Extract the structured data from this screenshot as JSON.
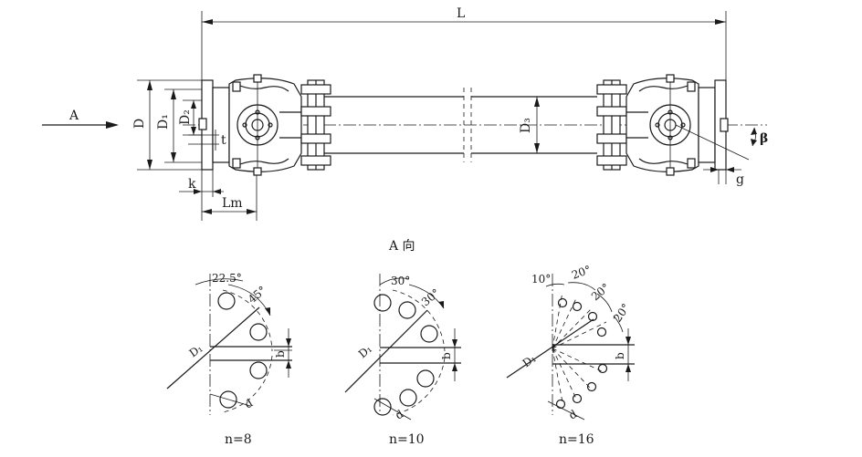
{
  "main_view": {
    "L": "L",
    "A": "A",
    "D": "D",
    "D1": "D₁",
    "D2": "D₂",
    "D3": "D₃",
    "t": "t",
    "k": "k",
    "Lm": "Lm",
    "g": "g",
    "beta": "β"
  },
  "view_a": {
    "title": "A  向"
  },
  "patterns": [
    {
      "n": "n=8",
      "angle1": "22.5°",
      "angle2": "45°",
      "D1": "D₁",
      "b": "b",
      "d": "d"
    },
    {
      "n": "n=10",
      "angle1": "30°",
      "angle2": "30°",
      "D1": "D₁",
      "b": "b",
      "d": "d"
    },
    {
      "n": "n=16",
      "angle1": "10°",
      "angle2": "20°",
      "angle3": "20°",
      "angle4": "20°",
      "D1": "D₁",
      "b": "b",
      "d": "d"
    }
  ]
}
